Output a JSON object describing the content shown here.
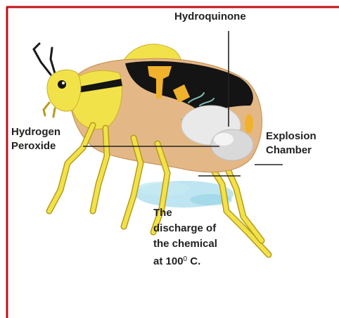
{
  "labels": {
    "hydroquinone": "Hydroquinone",
    "hydrogen_peroxide_line1": "Hydrogen",
    "hydrogen_peroxide_line2": "Peroxide",
    "explosion_chamber_line1": "Explosion",
    "explosion_chamber_line2": "Chamber",
    "discharge_line1": "The",
    "discharge_line2": "discharge of",
    "discharge_line3": "the chemical",
    "discharge_line4_prefix": "at 100",
    "discharge_line4_sup": "0",
    "discharge_line4_suffix": " C."
  },
  "colors": {
    "frame_border": "#c0101a",
    "beetle_yellow": "#f2e24a",
    "beetle_yellow_dark": "#b59b1c",
    "beetle_tan": "#e4b886",
    "elytra_black": "#141414",
    "accent_orange": "#f0b22c",
    "chamber_grey": "#d9d9d9",
    "spray_blue": "#a8dcec",
    "leader_line": "#222222"
  }
}
